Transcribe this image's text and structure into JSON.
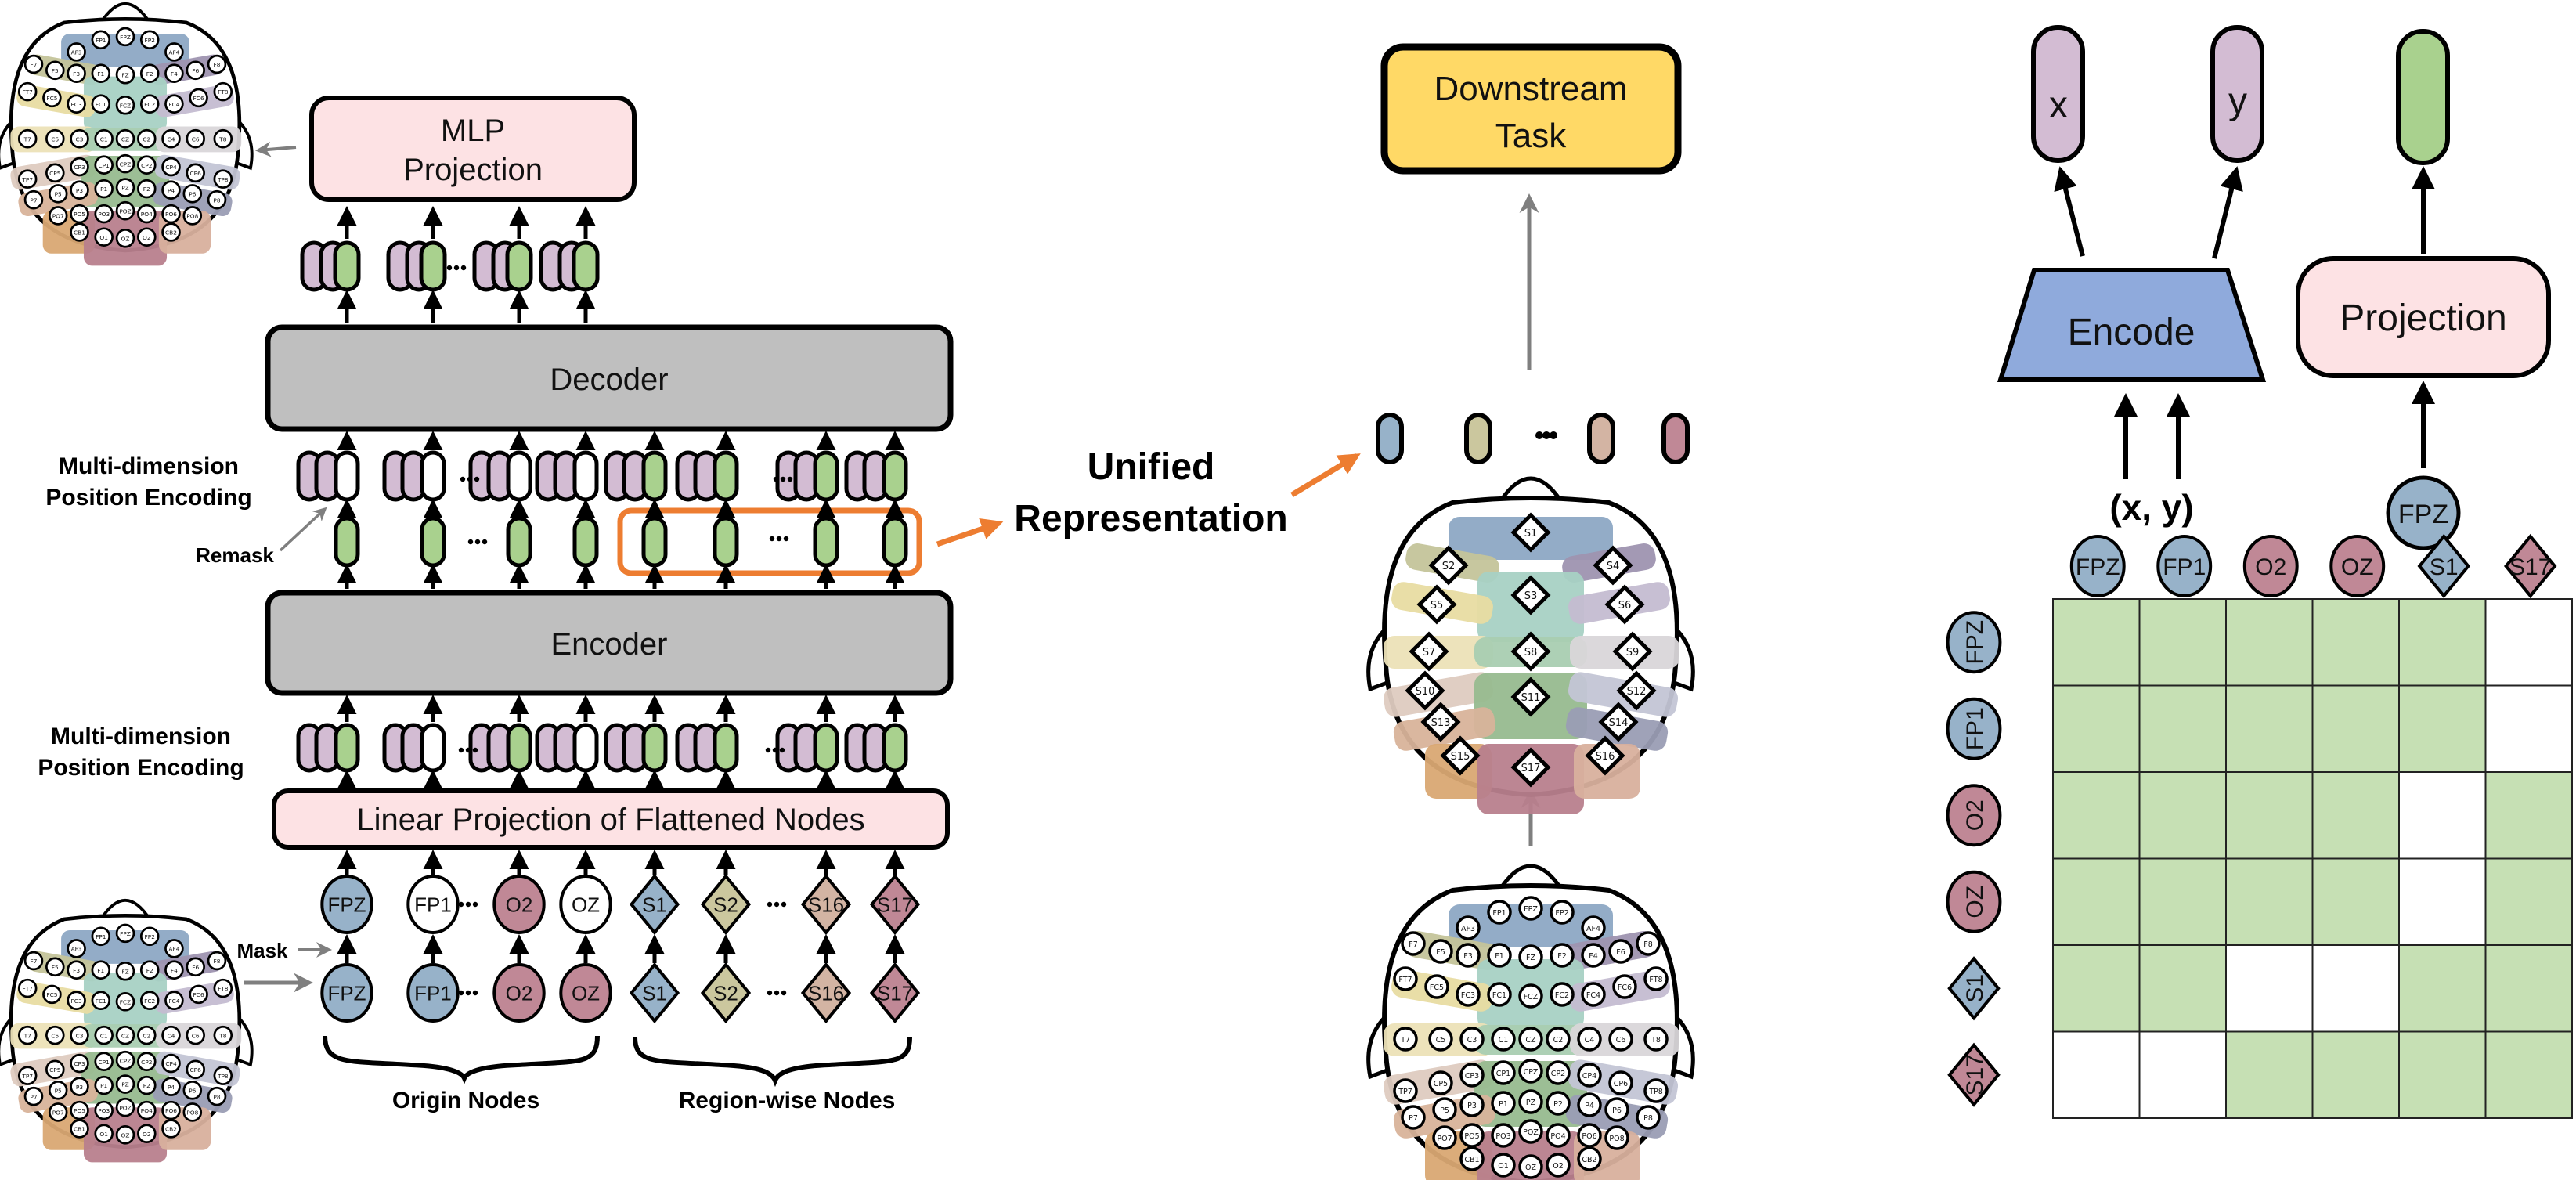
{
  "colors": {
    "token_purple": "#D3BCD3",
    "token_green": "#A9D18E",
    "token_white": "#FFFFFF",
    "decoder_gray": "#BFBFBF",
    "pink_box": "#FDE2E4",
    "downstream_yellow": "#FFD966",
    "encode_blue": "#8FAADC",
    "orange": "#ED7D31",
    "gray_arrow": "#7F7F7F",
    "node_blue": "#97B2C9",
    "node_red": "#C08896",
    "node_olive": "#CBC79E",
    "node_tan": "#D3B4A3",
    "mask_green": "#C6E0B4",
    "mask_white": "#FFFFFF"
  },
  "pretrain": {
    "mlp_projection": {
      "line1": "MLP",
      "line2": "Projection"
    },
    "decoder_label": "Decoder",
    "encoder_label": "Encoder",
    "linear_projection_label": "Linear Projection of Flattened Nodes",
    "position_encoding_top": {
      "line1": "Multi-dimension",
      "line2": "Position Encoding"
    },
    "position_encoding_bottom": {
      "line1": "Multi-dimension",
      "line2": "Position Encoding"
    },
    "remask_label": "Remask",
    "mask_label": "Mask",
    "ellipsis": "···",
    "origin_nodes_label": "Origin Nodes",
    "region_nodes_label": "Region-wise Nodes",
    "output_tokens": [
      "green",
      "green",
      "green",
      "green"
    ],
    "decoder_input_tokens": [
      "white",
      "white",
      "white",
      "white",
      "green",
      "green",
      "green",
      "green"
    ],
    "encoder_output_tokens": [
      "green",
      "green",
      "green",
      "green",
      "green",
      "green",
      "green",
      "green"
    ],
    "encoder_input_tokens": [
      "green",
      "white",
      "green",
      "white",
      "green",
      "green",
      "green",
      "green"
    ],
    "masked_nodes": [
      {
        "label": "FPZ",
        "shape": "circle",
        "fill": "node_blue"
      },
      {
        "label": "FP1",
        "shape": "circle",
        "fill": "white"
      },
      {
        "label": "O2",
        "shape": "circle",
        "fill": "node_red"
      },
      {
        "label": "OZ",
        "shape": "circle",
        "fill": "white"
      },
      {
        "label": "S1",
        "shape": "diamond",
        "fill": "node_blue"
      },
      {
        "label": "S2",
        "shape": "diamond",
        "fill": "node_olive"
      },
      {
        "label": "S16",
        "shape": "diamond",
        "fill": "node_tan"
      },
      {
        "label": "S17",
        "shape": "diamond",
        "fill": "node_red"
      }
    ],
    "input_nodes": [
      {
        "label": "FPZ",
        "shape": "circle",
        "fill": "node_blue"
      },
      {
        "label": "FP1",
        "shape": "circle",
        "fill": "node_blue"
      },
      {
        "label": "O2",
        "shape": "circle",
        "fill": "node_red"
      },
      {
        "label": "OZ",
        "shape": "circle",
        "fill": "node_red"
      },
      {
        "label": "S1",
        "shape": "diamond",
        "fill": "node_blue"
      },
      {
        "label": "S2",
        "shape": "diamond",
        "fill": "node_olive"
      },
      {
        "label": "S16",
        "shape": "diamond",
        "fill": "node_tan"
      },
      {
        "label": "S17",
        "shape": "diamond",
        "fill": "node_red"
      }
    ]
  },
  "unified": {
    "label_line1": "Unified",
    "label_line2": "Representation",
    "tokens": [
      "node_blue",
      "node_olive",
      "node_tan",
      "node_red"
    ],
    "ellipsis": "···",
    "downstream": {
      "line1": "Downstream",
      "line2": "Task"
    }
  },
  "region_head": {
    "regions": [
      "S1",
      "S2",
      "S3",
      "S4",
      "S5",
      "S6",
      "S7",
      "S8",
      "S9",
      "S10",
      "S11",
      "S12",
      "S13",
      "S14",
      "S15",
      "S16",
      "S17"
    ]
  },
  "electrode_head": {
    "electrodes": [
      "FP1",
      "FPZ",
      "FP2",
      "AF3",
      "AF4",
      "F7",
      "F5",
      "F3",
      "F1",
      "FZ",
      "F2",
      "F4",
      "F6",
      "F8",
      "FT7",
      "FC5",
      "FC3",
      "FC1",
      "FCZ",
      "FC2",
      "FC4",
      "FC6",
      "FT8",
      "T7",
      "C5",
      "C3",
      "C1",
      "CZ",
      "C2",
      "C4",
      "C6",
      "T8",
      "TP7",
      "CP5",
      "CP3",
      "CP1",
      "CPZ",
      "CP2",
      "CP4",
      "CP6",
      "TP8",
      "P7",
      "P5",
      "P3",
      "P1",
      "PZ",
      "P2",
      "P4",
      "P6",
      "P8",
      "PO7",
      "PO5",
      "PO3",
      "POZ",
      "PO4",
      "PO6",
      "PO8",
      "CB1",
      "O1",
      "OZ",
      "O2",
      "CB2"
    ]
  },
  "position_encoding_detail": {
    "encode_label": "Encode",
    "output_x": "x",
    "output_y": "y",
    "input_label": "(x, y)",
    "projection_label": "Projection",
    "projection_input": "FPZ"
  },
  "attention_mask": {
    "columns": [
      {
        "label": "FPZ",
        "shape": "circle",
        "fill": "node_blue"
      },
      {
        "label": "FP1",
        "shape": "circle",
        "fill": "node_blue"
      },
      {
        "label": "O2",
        "shape": "circle",
        "fill": "node_red"
      },
      {
        "label": "OZ",
        "shape": "circle",
        "fill": "node_red"
      },
      {
        "label": "S1",
        "shape": "diamond",
        "fill": "node_blue"
      },
      {
        "label": "S17",
        "shape": "diamond",
        "fill": "node_red"
      }
    ],
    "rows": [
      {
        "label": "FPZ",
        "shape": "circle",
        "fill": "node_blue"
      },
      {
        "label": "FP1",
        "shape": "circle",
        "fill": "node_blue"
      },
      {
        "label": "O2",
        "shape": "circle",
        "fill": "node_red"
      },
      {
        "label": "OZ",
        "shape": "circle",
        "fill": "node_red"
      },
      {
        "label": "S1",
        "shape": "diamond",
        "fill": "node_blue"
      },
      {
        "label": "S17",
        "shape": "diamond",
        "fill": "node_red"
      }
    ],
    "matrix": [
      [
        1,
        1,
        1,
        1,
        1,
        0
      ],
      [
        1,
        1,
        1,
        1,
        1,
        0
      ],
      [
        1,
        1,
        1,
        1,
        0,
        1
      ],
      [
        1,
        1,
        1,
        1,
        0,
        1
      ],
      [
        1,
        1,
        0,
        0,
        1,
        1
      ],
      [
        0,
        0,
        1,
        1,
        1,
        1
      ]
    ]
  }
}
